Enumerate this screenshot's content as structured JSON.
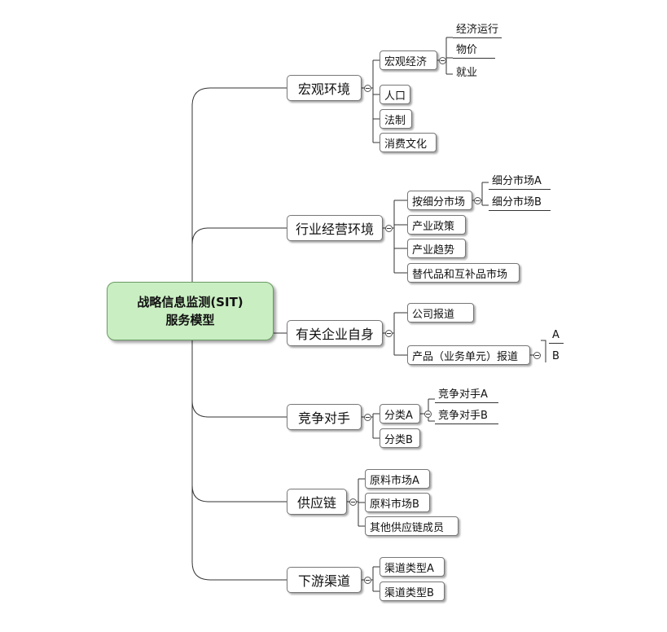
{
  "root": {
    "line1": "战略信息监测(SIT)",
    "line2": "服务模型"
  },
  "branches": [
    {
      "label": "宏观环境",
      "children": [
        {
          "label": "宏观经济",
          "leaves": [
            "经济运行",
            "物价",
            "就业"
          ]
        },
        {
          "label": "人口"
        },
        {
          "label": "法制"
        },
        {
          "label": "消费文化"
        }
      ]
    },
    {
      "label": "行业经营环境",
      "children": [
        {
          "label": "按细分市场",
          "leaves": [
            "细分市场A",
            "细分市场B"
          ]
        },
        {
          "label": "产业政策"
        },
        {
          "label": "产业趋势"
        },
        {
          "label": "替代品和互补品市场"
        }
      ]
    },
    {
      "label": "有关企业自身",
      "children": [
        {
          "label": "公司报道"
        },
        {
          "label": "产品（业务单元）报道",
          "leaves": [
            "A",
            "B"
          ]
        }
      ]
    },
    {
      "label": "竞争对手",
      "children": [
        {
          "label": "分类A",
          "leaves": [
            "竞争对手A",
            "竞争对手B"
          ]
        },
        {
          "label": "分类B"
        }
      ]
    },
    {
      "label": "供应链",
      "children": [
        {
          "label": "原料市场A"
        },
        {
          "label": "原料市场B"
        },
        {
          "label": "其他供应链成员"
        }
      ]
    },
    {
      "label": "下游渠道",
      "children": [
        {
          "label": "渠道类型A"
        },
        {
          "label": "渠道类型B"
        }
      ]
    }
  ]
}
